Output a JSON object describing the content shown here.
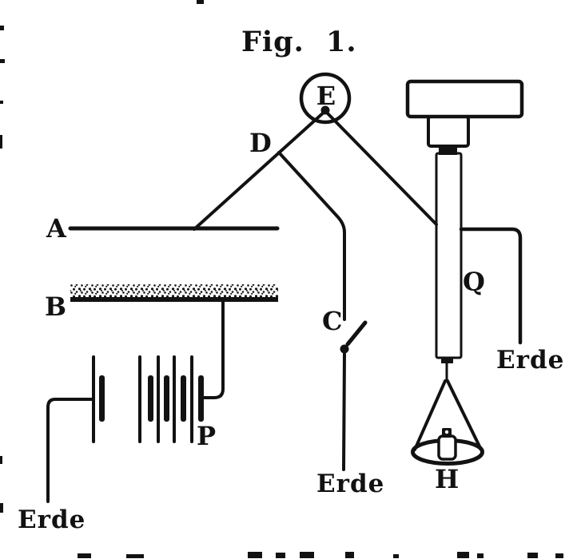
{
  "figure": {
    "title": "Fig. 1.",
    "ink_color": "#121212",
    "paper_color": "#ffffff",
    "labels": {
      "A": "A",
      "B": "B",
      "C": "C",
      "D": "D",
      "E": "E",
      "P": "P",
      "Q": "Q",
      "H": "H"
    },
    "ground_labels": {
      "left": "Erde",
      "center": "Erde",
      "right": "Erde"
    }
  }
}
